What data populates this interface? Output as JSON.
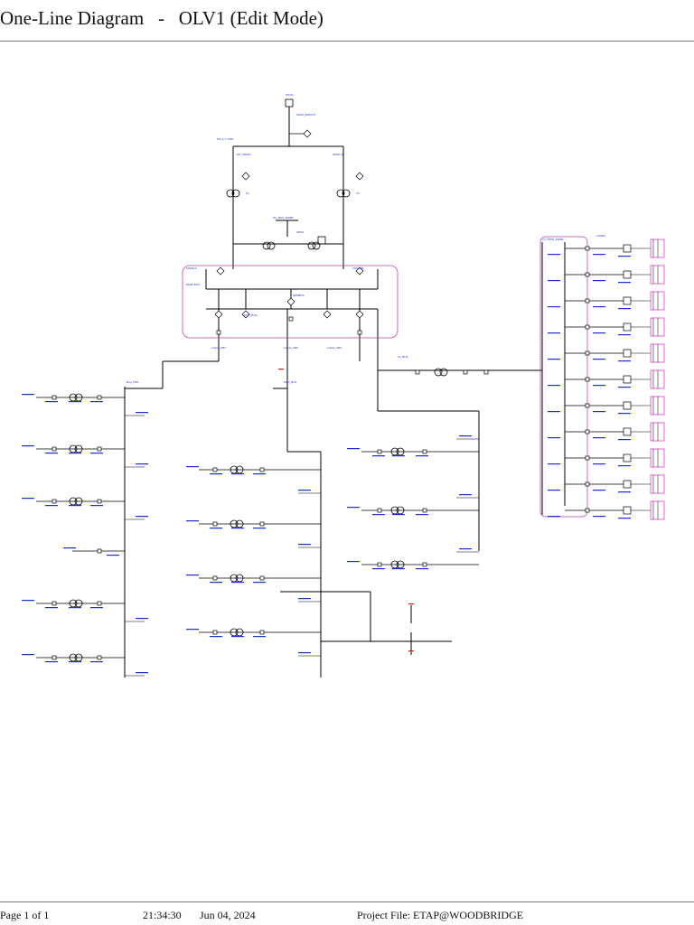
{
  "header": {
    "title": "One-Line Diagram",
    "separator": "-",
    "subtitle": "OLV1 (Edit Mode)"
  },
  "footer": {
    "page": "Page 1 of 1",
    "time": "21:34:30",
    "date": "Jun 04, 2024",
    "project": "Project File: ETAP@WOODBRIDGE"
  },
  "colors": {
    "bus": "#000000",
    "label": "#1b2fd6",
    "label_green": "#2f9a38",
    "label_red": "#c82222",
    "composite": "#c040b0",
    "load_panel": "#e040d0",
    "rule": "#777777"
  },
  "diagram": {
    "source": "Utility",
    "main_switch": "MAIN_SWITCH",
    "source_bus": "PIL & C TIRE",
    "mv_bus": "MV_SWGR",
    "tie_cb": "MAIN CB",
    "mv_bus_label": "MAIN BUS",
    "xfmr_1": "T1",
    "xfmr_2": "T2",
    "dc_bus": "DC_BUS_PANEL",
    "generator": "GEN1",
    "gen_bus": "GENBUS",
    "switchgear_a": "SWGR-A",
    "switchgear_b": "SWGR-B",
    "distribution_bus": "DIST_BUS",
    "cable_1": "Cable_CB1",
    "cable_2": "Cable_CB2",
    "cable_3": "Cable_CB3",
    "feeder_bus": "Bus_FDR",
    "mcc_bus": "MCC_BUS",
    "load_center_bus": "LC_BUS",
    "lc_panel_label": "LC_FEED_PANEL",
    "loads_label": "LOADS"
  },
  "icons": [
    "utility-icon",
    "transformer-icon",
    "motor-icon",
    "breaker-icon",
    "load-icon"
  ]
}
